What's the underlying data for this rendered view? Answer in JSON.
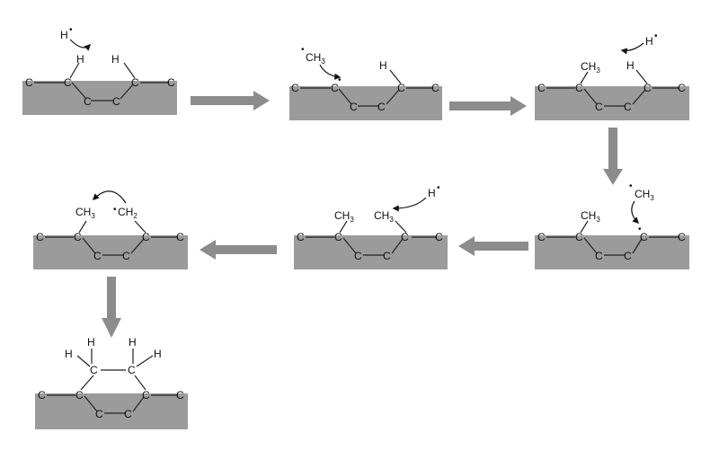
{
  "atoms": {
    "carbon": "C",
    "hydrogen": "H",
    "radical_dot": "•",
    "methyl": "CH",
    "methyl_sub": "3",
    "methylene": "CH",
    "methylene_sub": "2",
    "h_radical": "H"
  },
  "steps": [
    {
      "id": "step1",
      "reaction": "hydrogen abstraction by H radical"
    },
    {
      "id": "step2",
      "reaction": "methyl radical addition to surface carbon"
    },
    {
      "id": "step3",
      "reaction": "hydrogen abstraction at second site"
    },
    {
      "id": "step4",
      "reaction": "second methyl radical addition"
    },
    {
      "id": "step5",
      "reaction": "hydrogen abstraction from methyl group"
    },
    {
      "id": "step6",
      "reaction": "ring closure between methyl and methylene"
    },
    {
      "id": "step7",
      "reaction": "final bridged structure"
    }
  ],
  "colors": {
    "substrate": "#9b9b9b",
    "process_arrow": "#8c8c8c",
    "bonds": "#222222"
  }
}
